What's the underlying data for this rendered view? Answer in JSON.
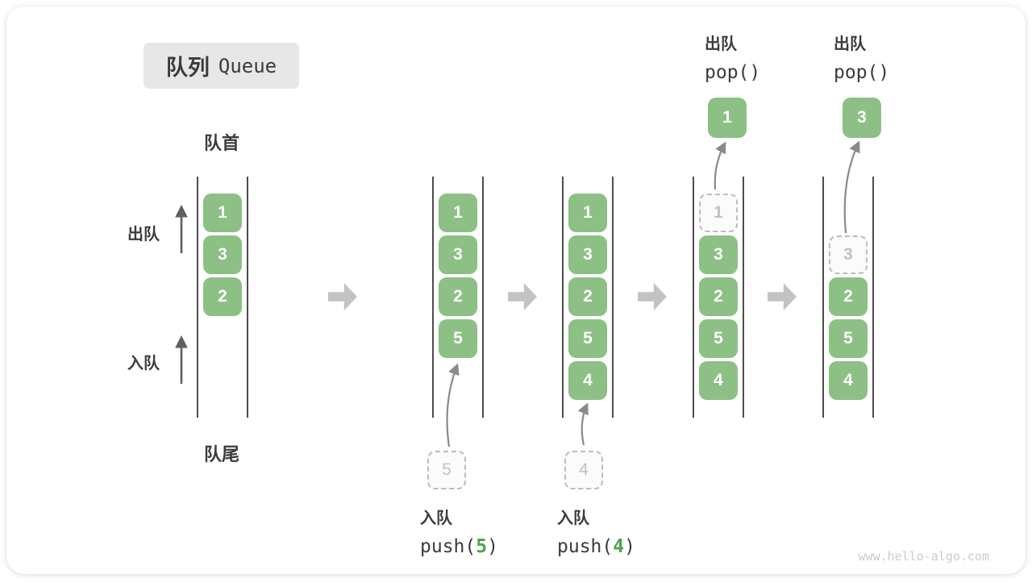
{
  "title": {
    "zh": "队列",
    "en": "Queue"
  },
  "labels": {
    "front": "队首",
    "rear": "队尾",
    "dequeue": "出队",
    "enqueue": "入队"
  },
  "colors": {
    "cell_green": "#8CC085",
    "code_green": "#4AA44A",
    "wall": "#4D4D4D",
    "transition_arrow": "#C3C3C3",
    "curve_arrow": "#8A8A8A",
    "label_arrow": "#5F5F5F",
    "text_dark": "#3B3B3B",
    "dashed_border": "#BBBBBB",
    "dashed_text": "#C0C0C0",
    "title_bg": "#E7E7E7",
    "watermark": "#CBCBCB"
  },
  "states": [
    {
      "name": "state-1",
      "cells": [
        {
          "value": "1",
          "slot": 0,
          "dashed": false
        },
        {
          "value": "3",
          "slot": 1,
          "dashed": false
        },
        {
          "value": "2",
          "slot": 2,
          "dashed": false
        }
      ]
    },
    {
      "name": "state-2-after-push-5",
      "cells": [
        {
          "value": "1",
          "slot": 0,
          "dashed": false
        },
        {
          "value": "3",
          "slot": 1,
          "dashed": false
        },
        {
          "value": "2",
          "slot": 2,
          "dashed": false
        },
        {
          "value": "5",
          "slot": 3,
          "dashed": false
        }
      ]
    },
    {
      "name": "state-3-after-push-4",
      "cells": [
        {
          "value": "1",
          "slot": 0,
          "dashed": false
        },
        {
          "value": "3",
          "slot": 1,
          "dashed": false
        },
        {
          "value": "2",
          "slot": 2,
          "dashed": false
        },
        {
          "value": "5",
          "slot": 3,
          "dashed": false
        },
        {
          "value": "4",
          "slot": 4,
          "dashed": false
        }
      ]
    },
    {
      "name": "state-4-after-pop-1",
      "cells": [
        {
          "value": "1",
          "slot": 0,
          "dashed": true
        },
        {
          "value": "3",
          "slot": 1,
          "dashed": false
        },
        {
          "value": "2",
          "slot": 2,
          "dashed": false
        },
        {
          "value": "5",
          "slot": 3,
          "dashed": false
        },
        {
          "value": "4",
          "slot": 4,
          "dashed": false
        }
      ]
    },
    {
      "name": "state-5-after-pop-3",
      "cells": [
        {
          "value": "3",
          "slot": 1,
          "dashed": true
        },
        {
          "value": "2",
          "slot": 2,
          "dashed": false
        },
        {
          "value": "5",
          "slot": 3,
          "dashed": false
        },
        {
          "value": "4",
          "slot": 4,
          "dashed": false
        }
      ]
    }
  ],
  "operations": {
    "push": [
      {
        "label": "入队",
        "code_prefix": "push(",
        "arg": "5",
        "code_suffix": ")",
        "staged_value": "5"
      },
      {
        "label": "入队",
        "code_prefix": "push(",
        "arg": "4",
        "code_suffix": ")",
        "staged_value": "4"
      }
    ],
    "pop": [
      {
        "label": "出队",
        "code": "pop()",
        "popped_value": "1"
      },
      {
        "label": "出队",
        "code": "pop()",
        "popped_value": "3"
      }
    ]
  },
  "watermark": "www.hello-algo.com"
}
